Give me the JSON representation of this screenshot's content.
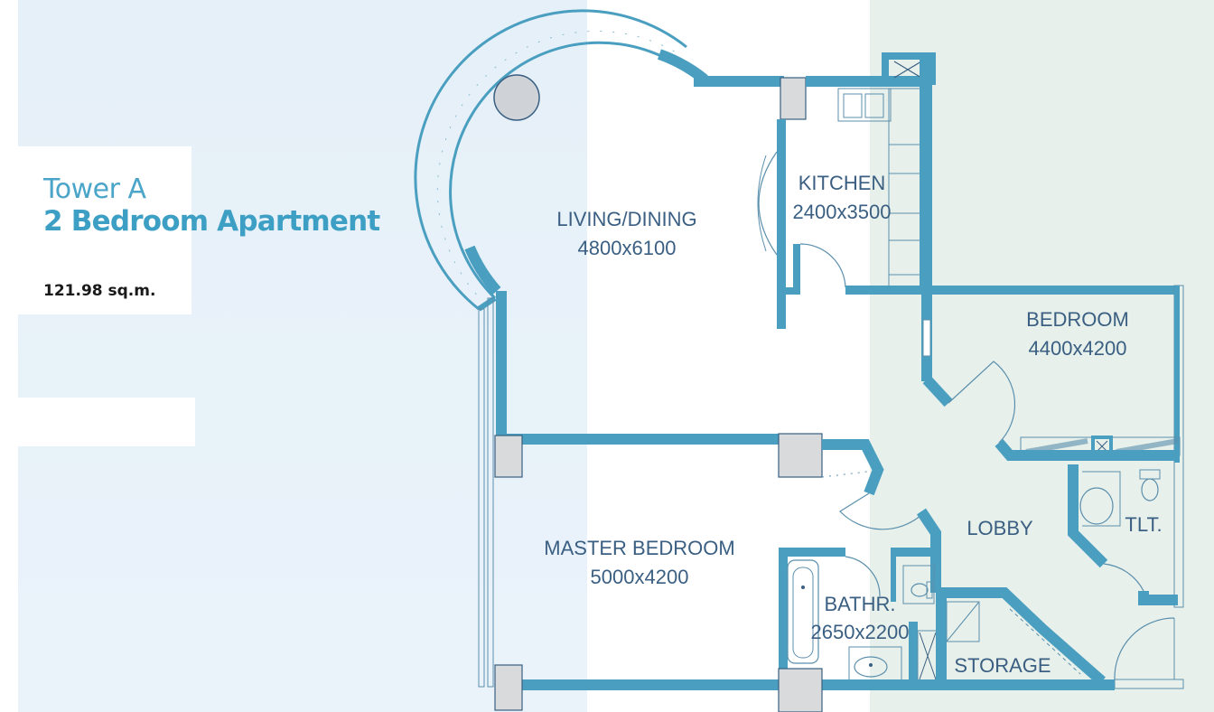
{
  "header": {
    "tower": "Tower A",
    "apartment_type": "2 Bedroom Apartment",
    "area": "121.98 sq.m."
  },
  "rooms": {
    "living": {
      "name": "LIVING/DINING",
      "size": "4800x6100"
    },
    "kitchen": {
      "name": "KITCHEN",
      "size": "2400x3500"
    },
    "bedroom": {
      "name": "BEDROOM",
      "size": "4400x4200"
    },
    "master": {
      "name": "MASTER BEDROOM",
      "size": "5000x4200"
    },
    "lobby": {
      "name": "LOBBY"
    },
    "toilet": {
      "name": "TLT."
    },
    "bath": {
      "name": "BATHR.",
      "size": "2650x2200"
    },
    "storage": {
      "name": "STORAGE"
    }
  },
  "colors": {
    "wall": "#4a9fc0",
    "label": "#3a5f82",
    "title": "#4aa5c8",
    "zone_left": "#e6f0f8",
    "zone_right": "#e7f0ea"
  }
}
